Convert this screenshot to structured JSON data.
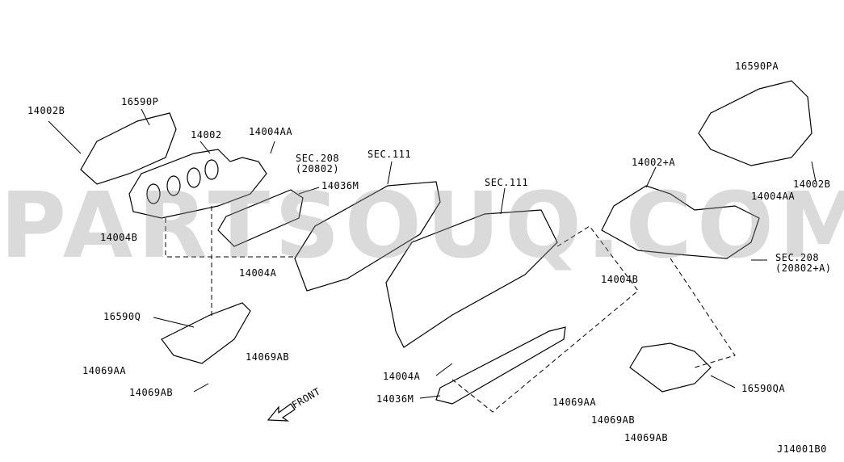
{
  "watermark": "PARTSOUQ.COM",
  "diagram_id": "J14001B0",
  "front_label": "FRONT",
  "labels": {
    "l_14002B": "14002B",
    "l_16590P": "16590P",
    "l_14002": "14002",
    "l_14004AA": "14004AA",
    "l_sec208": "SEC.208",
    "l_sec208_sub": "(20802)",
    "l_sec111_a": "SEC.111",
    "l_14036M_a": "14036M",
    "l_14004B_a": "14004B",
    "l_14004A_a": "14004A",
    "l_16590Q": "16590Q",
    "l_14069AB_a": "14069AB",
    "l_14069AA_a": "14069AA",
    "l_14069AB_b": "14069AB",
    "l_sec111_b": "SEC.111",
    "l_14004A_b": "14004A",
    "l_14036M_b": "14036M",
    "r_16590PA": "16590PA",
    "r_14002B": "14002B",
    "r_14002A": "14002+A",
    "r_14004AA": "14004AA",
    "r_sec208": "SEC.208",
    "r_sec208_sub": "(20802+A)",
    "r_14004B": "14004B",
    "r_16590QA": "16590QA",
    "r_14069AA": "14069AA",
    "r_14069AB_a": "14069AB",
    "r_14069AB_b": "14069AB"
  }
}
